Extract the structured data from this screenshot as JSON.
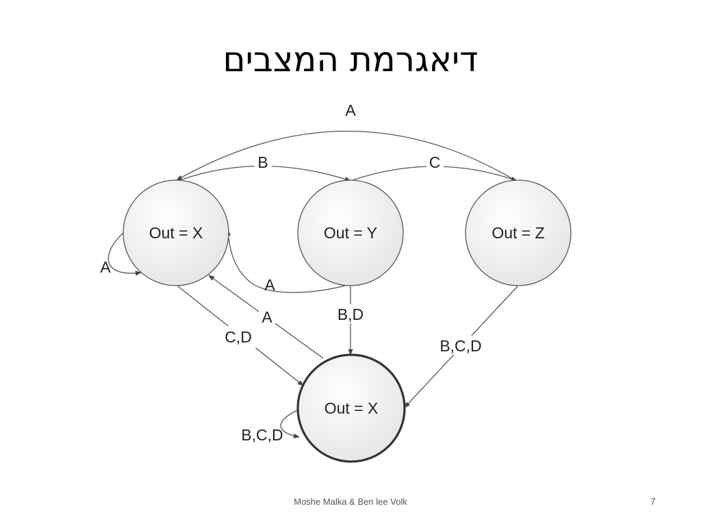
{
  "slide": {
    "title": "דיאגרמת המצבים",
    "footer": "Moshe Malka & Ben lee Volk",
    "page_number": "7"
  },
  "diagram": {
    "states": [
      {
        "id": "s1",
        "label": "Out = X",
        "bold_border": false
      },
      {
        "id": "s2",
        "label": "Out = Y",
        "bold_border": false
      },
      {
        "id": "s3",
        "label": "Out = Z",
        "bold_border": false
      },
      {
        "id": "s4",
        "label": "Out = X",
        "bold_border": true
      }
    ],
    "transitions": [
      {
        "from": "s3",
        "to": "s1",
        "label": "A"
      },
      {
        "from": "s1",
        "to": "s2",
        "label": "B"
      },
      {
        "from": "s2",
        "to": "s3",
        "label": "C"
      },
      {
        "from": "s1",
        "to": "s1",
        "label": "A"
      },
      {
        "from": "s2",
        "to": "s1",
        "label": "A"
      },
      {
        "from": "s4",
        "to": "s1",
        "label": "A"
      },
      {
        "from": "s1",
        "to": "s4",
        "label": "C,D"
      },
      {
        "from": "s2",
        "to": "s4",
        "label": "B,D"
      },
      {
        "from": "s3",
        "to": "s4",
        "label": "B,C,D"
      },
      {
        "from": "s4",
        "to": "s4",
        "label": "B,C,D"
      }
    ]
  }
}
